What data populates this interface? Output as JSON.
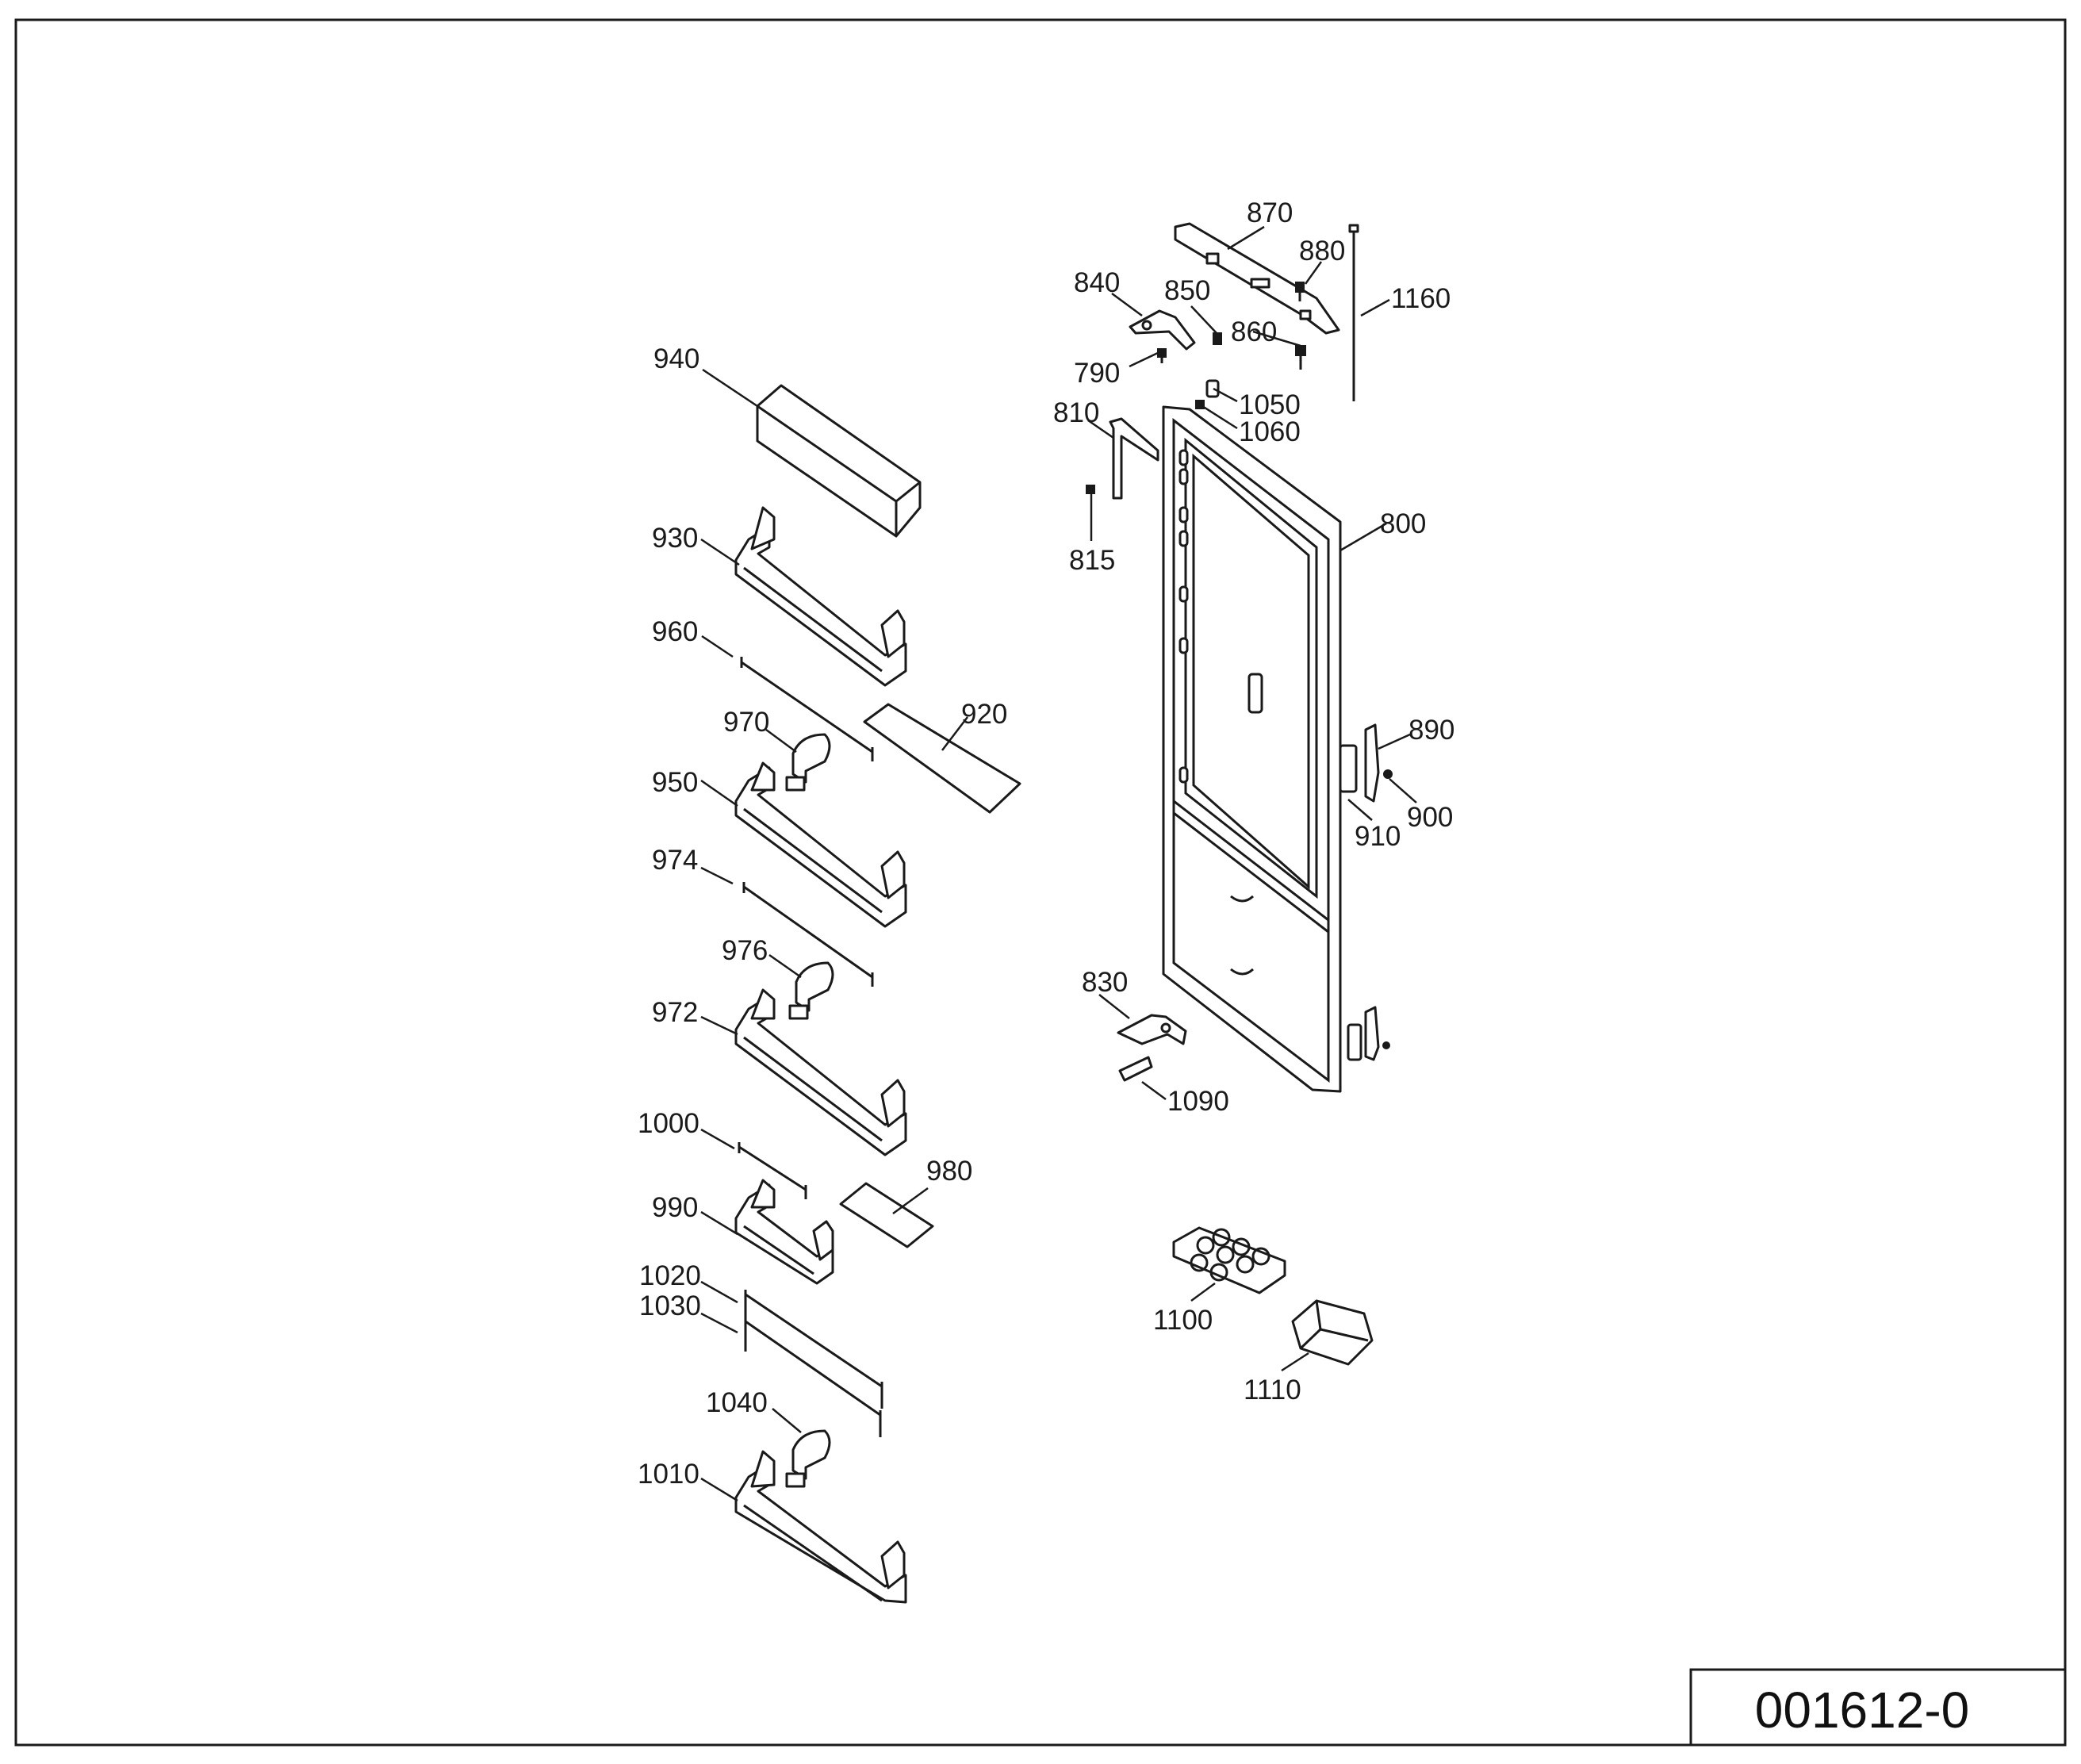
{
  "drawing_code": "001612-0",
  "callouts": [
    {
      "id": "c870",
      "text": "870"
    },
    {
      "id": "c880",
      "text": "880"
    },
    {
      "id": "c1160",
      "text": "1160"
    },
    {
      "id": "c840",
      "text": "840"
    },
    {
      "id": "c850",
      "text": "850"
    },
    {
      "id": "c860",
      "text": "860"
    },
    {
      "id": "c790",
      "text": "790"
    },
    {
      "id": "c1050",
      "text": "1050"
    },
    {
      "id": "c1060",
      "text": "1060"
    },
    {
      "id": "c810",
      "text": "810"
    },
    {
      "id": "c815",
      "text": "815"
    },
    {
      "id": "c800",
      "text": "800"
    },
    {
      "id": "c890",
      "text": "890"
    },
    {
      "id": "c900",
      "text": "900"
    },
    {
      "id": "c910",
      "text": "910"
    },
    {
      "id": "c830",
      "text": "830"
    },
    {
      "id": "c1090",
      "text": "1090"
    },
    {
      "id": "c1100",
      "text": "1100"
    },
    {
      "id": "c1110",
      "text": "1110"
    },
    {
      "id": "c940",
      "text": "940"
    },
    {
      "id": "c930",
      "text": "930"
    },
    {
      "id": "c960",
      "text": "960"
    },
    {
      "id": "c970",
      "text": "970"
    },
    {
      "id": "c920",
      "text": "920"
    },
    {
      "id": "c950",
      "text": "950"
    },
    {
      "id": "c974",
      "text": "974"
    },
    {
      "id": "c976",
      "text": "976"
    },
    {
      "id": "c972",
      "text": "972"
    },
    {
      "id": "c1000",
      "text": "1000"
    },
    {
      "id": "c980",
      "text": "980"
    },
    {
      "id": "c990",
      "text": "990"
    },
    {
      "id": "c1020",
      "text": "1020"
    },
    {
      "id": "c1030",
      "text": "1030"
    },
    {
      "id": "c1040",
      "text": "1040"
    },
    {
      "id": "c1010",
      "text": "1010"
    }
  ]
}
